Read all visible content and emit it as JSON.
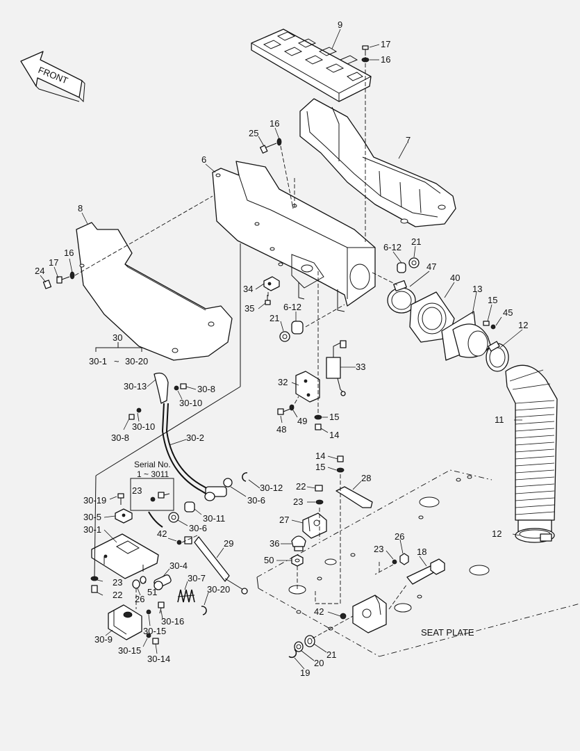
{
  "front_label": "FRONT",
  "seat_plate_label": "SEAT PLATE",
  "serial_box": {
    "line1": "Serial No.",
    "line2": "1 ~ 3011",
    "part": "23"
  },
  "assembly_group": {
    "number": "30",
    "range_start": "30-1",
    "range_sep": "~",
    "range_end": "30-20"
  },
  "part_labels": [
    {
      "id": "p9",
      "text": "9"
    },
    {
      "id": "p17a",
      "text": "17"
    },
    {
      "id": "p16a",
      "text": "16"
    },
    {
      "id": "p7",
      "text": "7"
    },
    {
      "id": "p25",
      "text": "25"
    },
    {
      "id": "p16b",
      "text": "16"
    },
    {
      "id": "p6",
      "text": "6"
    },
    {
      "id": "p8",
      "text": "8"
    },
    {
      "id": "p16c",
      "text": "16"
    },
    {
      "id": "p17b",
      "text": "17"
    },
    {
      "id": "p24",
      "text": "24"
    },
    {
      "id": "p612a",
      "text": "6-12"
    },
    {
      "id": "p21a",
      "text": "21"
    },
    {
      "id": "p47",
      "text": "47"
    },
    {
      "id": "p40",
      "text": "40"
    },
    {
      "id": "p13",
      "text": "13"
    },
    {
      "id": "p15a",
      "text": "15"
    },
    {
      "id": "p45",
      "text": "45"
    },
    {
      "id": "p12a",
      "text": "12"
    },
    {
      "id": "p34",
      "text": "34"
    },
    {
      "id": "p35",
      "text": "35"
    },
    {
      "id": "p612b",
      "text": "6-12"
    },
    {
      "id": "p21b",
      "text": "21"
    },
    {
      "id": "p33",
      "text": "33"
    },
    {
      "id": "p32",
      "text": "32"
    },
    {
      "id": "p11",
      "text": "11"
    },
    {
      "id": "p3013",
      "text": "30-13"
    },
    {
      "id": "p308a",
      "text": "30-8"
    },
    {
      "id": "p3010a",
      "text": "30-10"
    },
    {
      "id": "p3010b",
      "text": "30-10"
    },
    {
      "id": "p308b",
      "text": "30-8"
    },
    {
      "id": "p302",
      "text": "30-2"
    },
    {
      "id": "p49",
      "text": "49"
    },
    {
      "id": "p15b",
      "text": "15"
    },
    {
      "id": "p48",
      "text": "48"
    },
    {
      "id": "p14a",
      "text": "14"
    },
    {
      "id": "p14b",
      "text": "14"
    },
    {
      "id": "p15c",
      "text": "15"
    },
    {
      "id": "p3012",
      "text": "30-12"
    },
    {
      "id": "p306a",
      "text": "30-6"
    },
    {
      "id": "p28",
      "text": "28"
    },
    {
      "id": "p22a",
      "text": "22"
    },
    {
      "id": "p23a",
      "text": "23"
    },
    {
      "id": "p3019",
      "text": "30-19"
    },
    {
      "id": "p305",
      "text": "30-5"
    },
    {
      "id": "p301",
      "text": "30-1"
    },
    {
      "id": "p3011",
      "text": "30-11"
    },
    {
      "id": "p306b",
      "text": "30-6"
    },
    {
      "id": "p27",
      "text": "27"
    },
    {
      "id": "p42a",
      "text": "42"
    },
    {
      "id": "p29",
      "text": "29"
    },
    {
      "id": "p36",
      "text": "36"
    },
    {
      "id": "p12b",
      "text": "12"
    },
    {
      "id": "p26a",
      "text": "26"
    },
    {
      "id": "p23b",
      "text": "23"
    },
    {
      "id": "p18",
      "text": "18"
    },
    {
      "id": "p50",
      "text": "50"
    },
    {
      "id": "p304",
      "text": "30-4"
    },
    {
      "id": "p23c",
      "text": "23"
    },
    {
      "id": "p51",
      "text": "51"
    },
    {
      "id": "p307",
      "text": "30-7"
    },
    {
      "id": "p22b",
      "text": "22"
    },
    {
      "id": "p26b",
      "text": "26"
    },
    {
      "id": "p3020",
      "text": "30-20"
    },
    {
      "id": "p42b",
      "text": "42"
    },
    {
      "id": "p3016",
      "text": "30-16"
    },
    {
      "id": "p3015a",
      "text": "30-15"
    },
    {
      "id": "p309",
      "text": "30-9"
    },
    {
      "id": "p3015b",
      "text": "30-15"
    },
    {
      "id": "p3014",
      "text": "30-14"
    },
    {
      "id": "p21c",
      "text": "21"
    },
    {
      "id": "p20",
      "text": "20"
    },
    {
      "id": "p19",
      "text": "19"
    }
  ]
}
